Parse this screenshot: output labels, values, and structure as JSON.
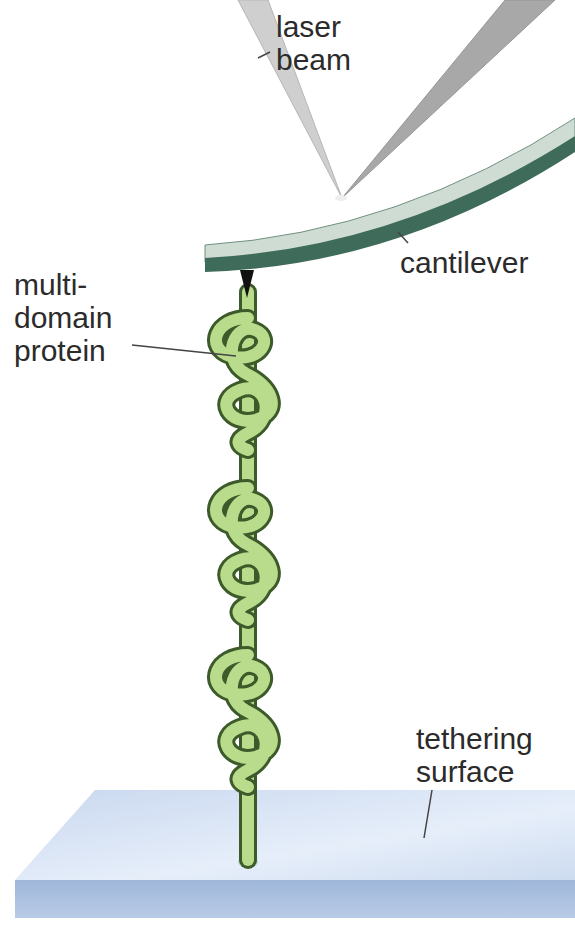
{
  "diagram": {
    "labels": [
      "laser beam",
      "cantilever",
      "multi-domain protein",
      "tethering surface"
    ]
  }
}
